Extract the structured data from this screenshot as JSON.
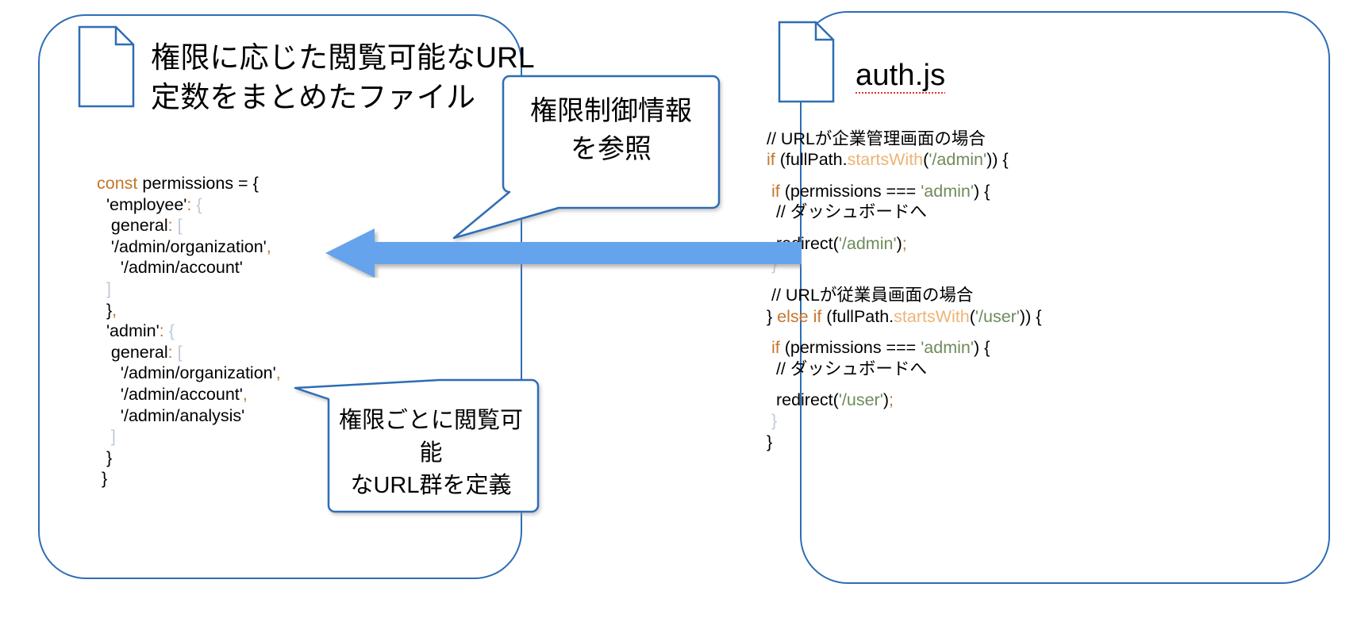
{
  "diagram": {
    "title_visible": false
  },
  "left_panel": {
    "icon": "document-icon",
    "heading": "権限に応じた閲覧可能なURL\n定数をまとめたファイル",
    "code_lines": [
      [
        {
          "t": "const",
          "c": "kw"
        },
        {
          "t": " permissions = {",
          "c": "plain"
        }
      ],
      [
        {
          "t": "  'employee'",
          "c": "plain"
        },
        {
          "t": ":",
          "c": "punc"
        },
        {
          "t": " ",
          "c": "plain"
        },
        {
          "t": "{",
          "c": "dim"
        }
      ],
      [
        {
          "t": "   general",
          "c": "plain"
        },
        {
          "t": ":",
          "c": "punc"
        },
        {
          "t": " ",
          "c": "plain"
        },
        {
          "t": "[",
          "c": "dim"
        }
      ],
      [
        {
          "t": "   '/admin/organization'",
          "c": "plain"
        },
        {
          "t": ",",
          "c": "punc"
        }
      ],
      [
        {
          "t": "     '/admin/account'",
          "c": "plain"
        }
      ],
      [
        {
          "t": "  ]",
          "c": "dim"
        }
      ],
      [
        {
          "t": "  }",
          "c": "plain"
        },
        {
          "t": ",",
          "c": "punc"
        }
      ],
      [
        {
          "t": "  'admin'",
          "c": "plain"
        },
        {
          "t": ":",
          "c": "punc"
        },
        {
          "t": " ",
          "c": "plain"
        },
        {
          "t": "{",
          "c": "dim"
        }
      ],
      [
        {
          "t": "   general",
          "c": "plain"
        },
        {
          "t": ":",
          "c": "punc"
        },
        {
          "t": " ",
          "c": "plain"
        },
        {
          "t": "[",
          "c": "dim"
        }
      ],
      [
        {
          "t": "     '/admin/organization'",
          "c": "plain"
        },
        {
          "t": ",",
          "c": "punc"
        }
      ],
      [
        {
          "t": "     '/admin/account'",
          "c": "plain"
        },
        {
          "t": ",",
          "c": "punc"
        }
      ],
      [
        {
          "t": "     '/admin/analysis'",
          "c": "plain"
        }
      ],
      [
        {
          "t": "   ]",
          "c": "dim"
        }
      ],
      [
        {
          "t": "  }",
          "c": "plain"
        }
      ],
      [
        {
          "t": " }",
          "c": "plain"
        }
      ]
    ]
  },
  "right_panel": {
    "icon": "document-icon",
    "heading": "auth.js",
    "code_lines": [
      [
        {
          "t": "// URLが企業管理画面の場合",
          "c": "plain"
        }
      ],
      [
        {
          "t": "if",
          "c": "kw"
        },
        {
          "t": " (fullPath.",
          "c": "plain"
        },
        {
          "t": "startsWith",
          "c": "fn"
        },
        {
          "t": "(",
          "c": "plain"
        },
        {
          "t": "'/admin'",
          "c": "str"
        },
        {
          "t": ")) {",
          "c": "plain"
        }
      ],
      [
        {
          "t": "",
          "c": "plain"
        }
      ],
      [
        {
          "t": " ",
          "c": "plain"
        },
        {
          "t": "if",
          "c": "kw"
        },
        {
          "t": " (permissions === ",
          "c": "plain"
        },
        {
          "t": "'admin'",
          "c": "str"
        },
        {
          "t": ") {",
          "c": "plain"
        }
      ],
      [
        {
          "t": "  // ダッシュボードへ",
          "c": "plain"
        }
      ],
      [
        {
          "t": "",
          "c": "plain"
        }
      ],
      [
        {
          "t": "  redirect(",
          "c": "plain"
        },
        {
          "t": "'/admin'",
          "c": "str"
        },
        {
          "t": ")",
          "c": "plain"
        },
        {
          "t": ";",
          "c": "punc"
        }
      ],
      [
        {
          "t": " }",
          "c": "dim"
        }
      ],
      [
        {
          "t": "",
          "c": "plain"
        }
      ],
      [
        {
          "t": " // URLが従業員画面の場合",
          "c": "plain"
        }
      ],
      [
        {
          "t": "} ",
          "c": "plain"
        },
        {
          "t": "else if",
          "c": "kw"
        },
        {
          "t": " (fullPath.",
          "c": "plain"
        },
        {
          "t": "startsWith",
          "c": "fn"
        },
        {
          "t": "(",
          "c": "plain"
        },
        {
          "t": "'/user'",
          "c": "str"
        },
        {
          "t": ")) {",
          "c": "plain"
        }
      ],
      [
        {
          "t": "",
          "c": "plain"
        }
      ],
      [
        {
          "t": " ",
          "c": "plain"
        },
        {
          "t": "if",
          "c": "kw"
        },
        {
          "t": " (permissions === ",
          "c": "plain"
        },
        {
          "t": "'admin'",
          "c": "str"
        },
        {
          "t": ") {",
          "c": "plain"
        }
      ],
      [
        {
          "t": "  // ダッシュボードへ",
          "c": "plain"
        }
      ],
      [
        {
          "t": "",
          "c": "plain"
        }
      ],
      [
        {
          "t": "  redirect(",
          "c": "plain"
        },
        {
          "t": "'/user'",
          "c": "str"
        },
        {
          "t": ")",
          "c": "plain"
        },
        {
          "t": ";",
          "c": "punc"
        }
      ],
      [
        {
          "t": " }",
          "c": "dim"
        }
      ],
      [
        {
          "t": "}",
          "c": "plain"
        }
      ]
    ]
  },
  "callouts": {
    "top": {
      "text": "権限制御情報\nを参照"
    },
    "bottom": {
      "text": "権限ごとに閲覧可能\nなURL群を定義"
    }
  },
  "arrow": {
    "direction": "left",
    "label": ""
  },
  "colors": {
    "panel_border": "#2E6DB4",
    "arrow_fill": "#65A4EC",
    "keyword": "#C4762C",
    "function": "#EDB477",
    "string": "#6E8B5A",
    "punctuation": "#C4762C",
    "dim_bracket": "#BFCAD6",
    "spellcheck_underline": "#E03030",
    "text": "#000000"
  }
}
